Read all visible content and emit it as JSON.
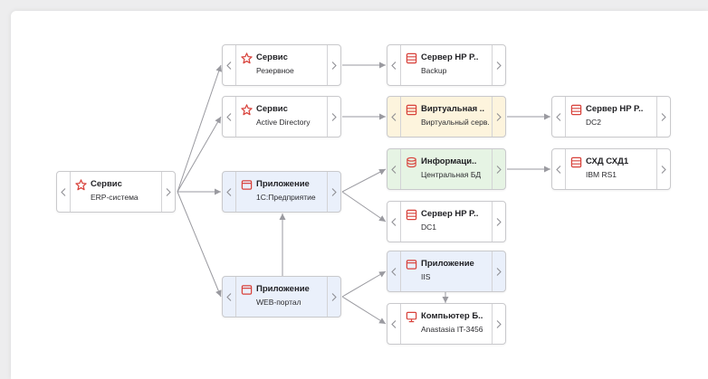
{
  "colors": {
    "edge": "#9a9aa0",
    "icon_red": "#d8413a"
  },
  "nodes": {
    "erp": {
      "title": "Сервис",
      "sub": "ERP-система",
      "icon": "star-icon"
    },
    "reserve": {
      "title": "Сервис",
      "sub": "Резервное",
      "icon": "star-icon"
    },
    "ad": {
      "title": "Сервис",
      "sub": "Active Directory",
      "icon": "star-icon"
    },
    "app1c": {
      "title": "Приложение",
      "sub": "1С:Предприятие",
      "icon": "window-icon"
    },
    "appweb": {
      "title": "Приложение",
      "sub": "WEB-портал",
      "icon": "window-icon"
    },
    "hp_backup": {
      "title": "Сервер HP P..",
      "sub": "Backup",
      "icon": "server-icon"
    },
    "vm": {
      "title": "Виртуальная ..",
      "sub": "Виртуальный серв..",
      "icon": "server-icon"
    },
    "infodb": {
      "title": "Информаци..",
      "sub": "Центральная БД",
      "icon": "database-icon"
    },
    "hp_dc1": {
      "title": "Сервер HP P..",
      "sub": "DC1",
      "icon": "server-icon"
    },
    "app_iis": {
      "title": "Приложение",
      "sub": "IIS",
      "icon": "window-icon"
    },
    "pc": {
      "title": "Компьютер Б..",
      "sub": "Anastasia IT-3456",
      "icon": "monitor-icon"
    },
    "hp_dc2": {
      "title": "Сервер HP P..",
      "sub": "DC2",
      "icon": "server-icon"
    },
    "storage": {
      "title": "СХД СХД1",
      "sub": "IBM RS1",
      "icon": "server-icon"
    }
  }
}
